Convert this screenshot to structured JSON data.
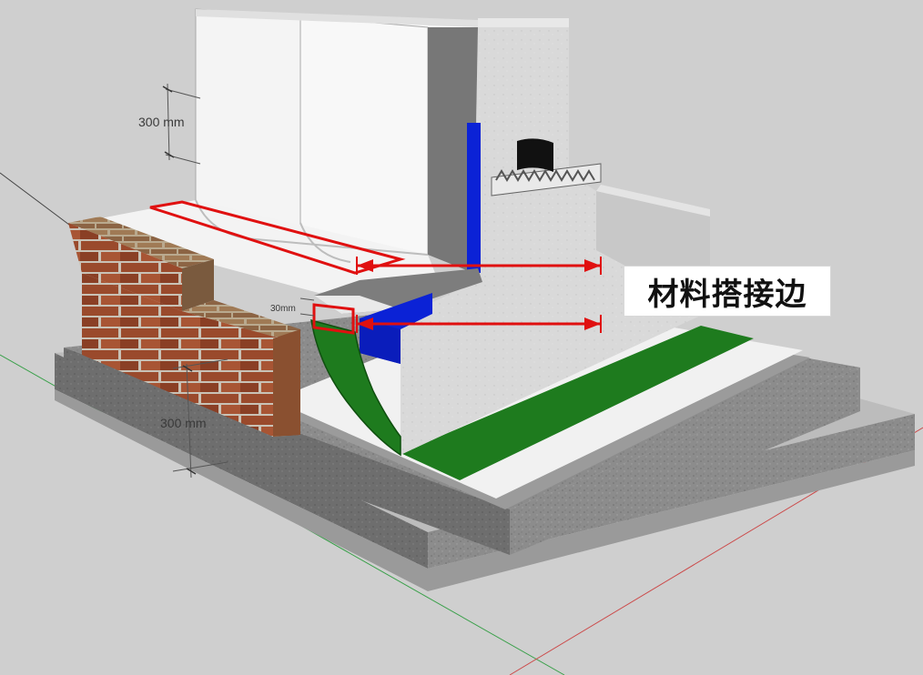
{
  "labels": {
    "callout": "材料搭接边",
    "dim_upper": "300 mm",
    "dim_lower": "300 mm",
    "dim_small": "30mm"
  },
  "colors": {
    "membrane_green": "#1e7b1e",
    "membrane_blue": "#0b22d6",
    "highlight_red": "#e01010",
    "brick": "#9a4a2c"
  },
  "icons": {
    "arrow_upper": "double-arrow",
    "arrow_lower": "double-arrow"
  }
}
